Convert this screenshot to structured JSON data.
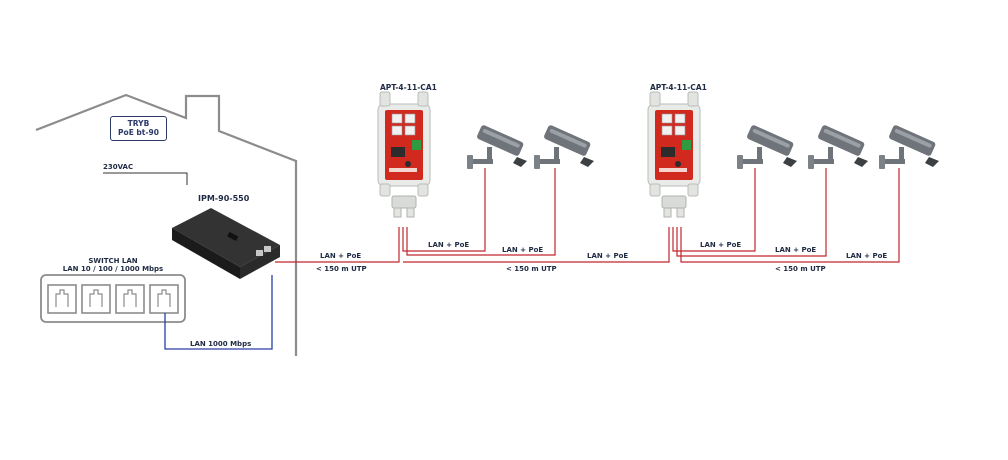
{
  "house": {
    "mode_line1": "TRYB",
    "mode_line2": "PoE bt-90",
    "power_label": "230VAC"
  },
  "injector": {
    "model": "IPM-90-550"
  },
  "switch": {
    "title": "SWITCH LAN",
    "subtitle": "LAN 10 / 100 / 1000 Mbps",
    "link_label": "LAN 1000 Mbps"
  },
  "boxes": [
    {
      "model": "APT-4-11-CA1"
    },
    {
      "model": "APT-4-11-CA1"
    }
  ],
  "links": {
    "uplink_1": "LAN + PoE",
    "distance_1": "< 150 m UTP",
    "cam1": "LAN + PoE",
    "cam2": "LAN + PoE",
    "uplink_2": "LAN + PoE",
    "distance_2": "< 150 m UTP",
    "cam3": "LAN + PoE",
    "cam4": "LAN + PoE",
    "cam5": "LAN + PoE",
    "distance_3": "< 150 m UTP"
  },
  "colors": {
    "poe_line": "#c0272d",
    "lan_line": "#2a3ea8",
    "outline": "#8c8c8c",
    "text": "#1f2a44"
  }
}
